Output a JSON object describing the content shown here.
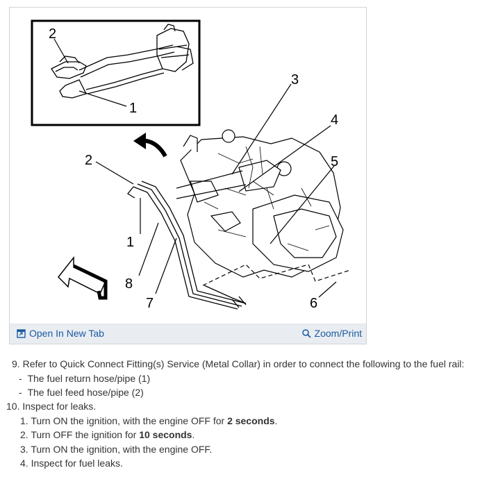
{
  "figure": {
    "callouts": {
      "inset_2": "2",
      "inset_1": "1",
      "c3": "3",
      "c4": "4",
      "c2": "2",
      "c5": "5",
      "c1": "1",
      "c8": "8",
      "c7": "7",
      "c6": "6"
    },
    "toolbar": {
      "open_tab_label": "Open In New Tab",
      "zoom_print_label": "Zoom/Print"
    }
  },
  "steps": {
    "step9": {
      "number": "9.",
      "text": "Refer to Quick Connect Fitting(s) Service (Metal Collar) in order to connect the following to the fuel rail:",
      "bullets": [
        "The fuel return hose/pipe (1)",
        "The fuel feed hose/pipe (2)"
      ]
    },
    "step10": {
      "number": "10.",
      "text": "Inspect for leaks.",
      "substeps": [
        {
          "num": "1.",
          "pre": "Turn ON the ignition, with the engine OFF for ",
          "bold": "2 seconds",
          "post": "."
        },
        {
          "num": "2.",
          "pre": "Turn OFF the ignition for ",
          "bold": "10 seconds",
          "post": "."
        },
        {
          "num": "3.",
          "pre": "Turn ON the ignition, with the engine OFF.",
          "bold": "",
          "post": ""
        },
        {
          "num": "4.",
          "pre": "Inspect for fuel leaks.",
          "bold": "",
          "post": ""
        }
      ]
    }
  },
  "colors": {
    "link": "#1a5aa0",
    "toolbar_bg": "#e9edf2"
  }
}
